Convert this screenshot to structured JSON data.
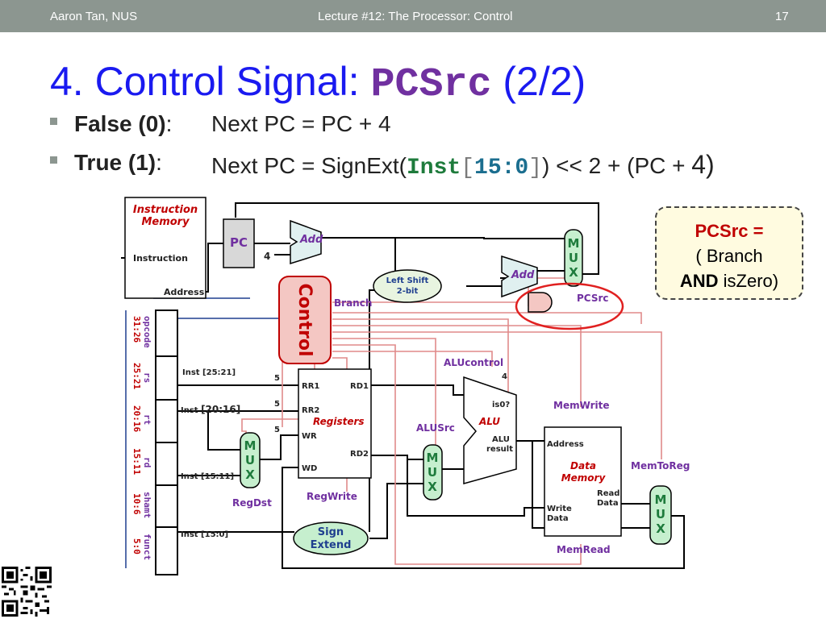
{
  "header": {
    "author": "Aaron Tan, NUS",
    "lecture": "Lecture #12: The Processor: Control",
    "page_number": "17"
  },
  "title": {
    "prefix": "4. Control Signal:",
    "code": "PCSrc",
    "suffix": "(2/2)"
  },
  "bullets": [
    {
      "term": "False (0)",
      "colon": ":",
      "desc": "Next PC = PC + 4"
    },
    {
      "term": "True (1)",
      "colon": ":",
      "desc_prefix": "Next PC = SignExt(",
      "desc_code": "Inst",
      "desc_bracket_open": "[",
      "desc_range": "15:0",
      "desc_bracket_close": "]",
      "desc_suffix": ") << 2  + (PC + ",
      "desc_end": "4)"
    }
  ],
  "callout": {
    "line1": "PCSrc =",
    "line2": "( Branch",
    "line3_bold": "AND",
    "line3_rest": " isZero)"
  },
  "diagram": {
    "instruction_memory": "Instruction Memory",
    "instruction_memory_l1": "Instruction",
    "instruction_memory_l2": "Memory",
    "instruction_label": "Instruction",
    "address_label": "Address",
    "pc": "PC",
    "four": "4",
    "add_top": "Add",
    "add_branch": "Add",
    "left_shift_l1": "Left Shift",
    "left_shift_l2": "2-bit",
    "control": "Control",
    "branch": "Branch",
    "pcsrc": "PCSrc",
    "mux_letters": [
      "M",
      "U",
      "X"
    ],
    "field_labels": [
      {
        "name": "opcode",
        "bits": "31:26"
      },
      {
        "name": "rs",
        "bits": "25:21"
      },
      {
        "name": "rt",
        "bits": "20:16"
      },
      {
        "name": "rd",
        "bits": "15:11"
      },
      {
        "name": "shamt",
        "bits": "10:6"
      },
      {
        "name": "funct",
        "bits": "5:0"
      }
    ],
    "inst_25_21": "Inst [25:21]",
    "inst_20_16_a": "Inst ",
    "inst_20_16_b": "[20:16]",
    "inst_15_11": "Inst [15:11]",
    "inst_15_0": "Inst [15:0]",
    "bus_width": "5",
    "rr1": "RR1",
    "rr2": "RR2",
    "wr": "WR",
    "wd": "WD",
    "rd1": "RD1",
    "rd2": "RD2",
    "registers": "Registers",
    "regdst": "RegDst",
    "regwrite": "RegWrite",
    "sign_extend_l1": "Sign",
    "sign_extend_l2": "Extend",
    "alucontrol": "ALUcontrol",
    "alucontrol_width": "4",
    "alusrc": "ALUSrc",
    "alu": "ALU",
    "is0": "is0?",
    "alu_result_l1": "ALU",
    "alu_result_l2": "result",
    "memwrite": "MemWrite",
    "memread": "MemRead",
    "memtoreg": "MemToReg",
    "dm_address": "Address",
    "data_memory_l1": "Data",
    "data_memory_l2": "Memory",
    "read_data_l1": "Read",
    "read_data_l2": "Data",
    "write_data_l1": "Write",
    "write_data_l2": "Data"
  },
  "colors": {
    "header_bar": "#8c9690",
    "title": "#1a1af0",
    "code": "#7030a0",
    "label_red": "#c00000",
    "label_purple": "#7030a0",
    "label_blue": "#1f3f8f",
    "control_fill": "#f4c7c3",
    "mux_fill": "#c6efce",
    "adder_fill": "#e0f0f0",
    "highlight_circle": "#e02020"
  }
}
